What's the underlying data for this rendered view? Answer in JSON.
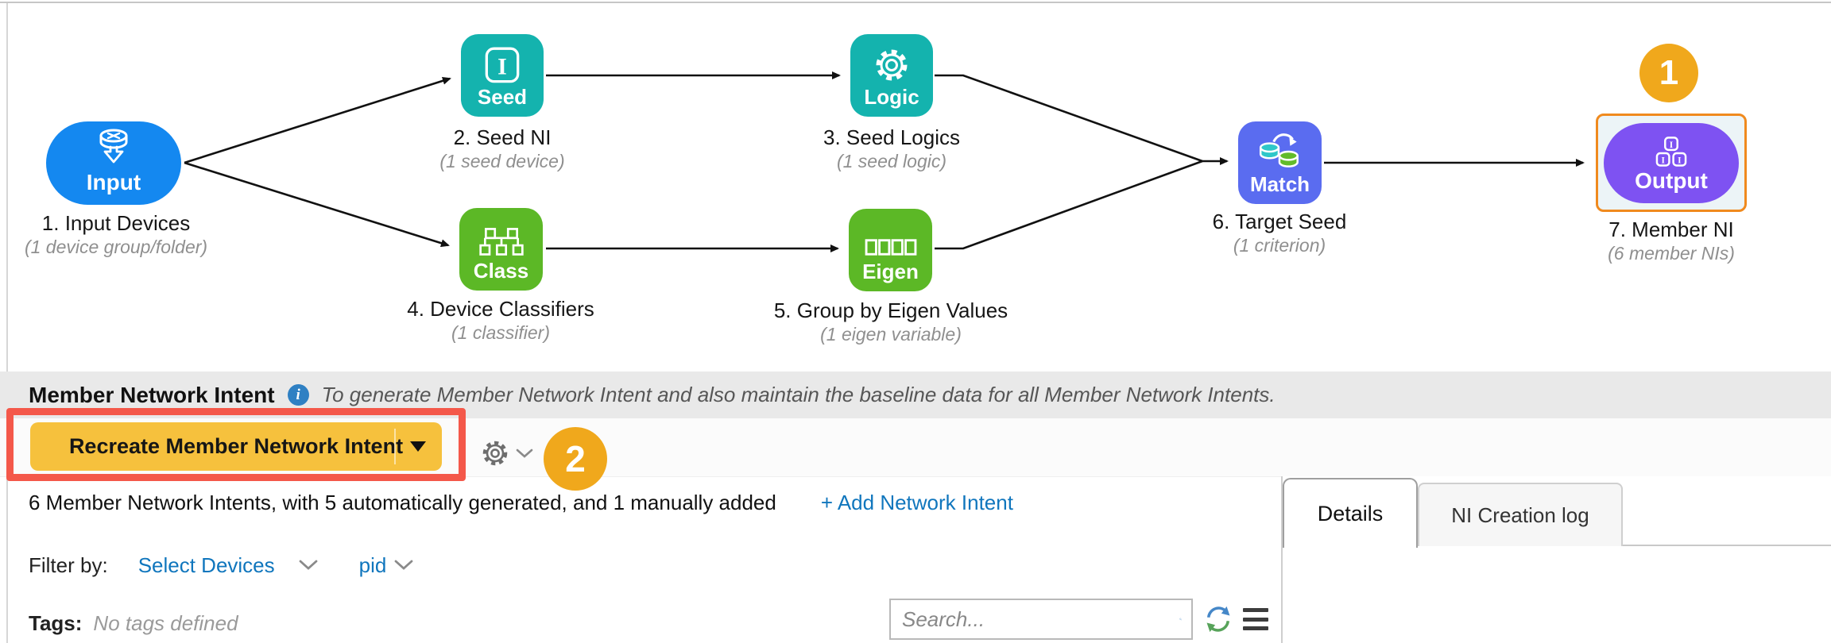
{
  "flowchart": {
    "annotation_badge_1": "1",
    "nodes": [
      {
        "label": "Input",
        "title": "1. Input Devices",
        "subtitle": "(1 device group/folder)"
      },
      {
        "label": "Seed",
        "title": "2. Seed NI",
        "subtitle": "(1 seed device)"
      },
      {
        "label": "Logic",
        "title": "3. Seed Logics",
        "subtitle": "(1 seed logic)"
      },
      {
        "label": "Class",
        "title": "4. Device Classifiers",
        "subtitle": "(1 classifier)"
      },
      {
        "label": "Eigen",
        "title": "5. Group by Eigen Values",
        "subtitle": "(1 eigen variable)"
      },
      {
        "label": "Match",
        "title": "6. Target Seed",
        "subtitle": "(1 criterion)"
      },
      {
        "label": "Output",
        "title": "7. Member NI",
        "subtitle": "(6 member NIs)"
      }
    ]
  },
  "section": {
    "title": "Member Network Intent",
    "description": "To generate Member Network Intent and also maintain the baseline data for all Member Network Intents.",
    "recreate_button_label": "Recreate Member Network Intent",
    "annotation_badge_2": "2",
    "summary_text": "6 Member Network Intents, with 5 automatically generated, and 1 manually added",
    "add_link_label": "+ Add Network Intent",
    "filter_label": "Filter by:",
    "filter_devices_label": "Select Devices",
    "filter_pid_label": "pid",
    "tags_label": "Tags:",
    "tags_value": "No tags defined",
    "search_placeholder": "Search..."
  },
  "panel": {
    "tabs": [
      {
        "label": "Details"
      },
      {
        "label": "NI Creation log"
      }
    ]
  },
  "colors": {
    "input_blue": "#1488f0",
    "teal": "#14b3ae",
    "green": "#5cb826",
    "match_indigo": "#5a6cf0",
    "output_purple": "#7e52f2",
    "annotation_orange": "#f0a81c",
    "button_amber": "#f6c13d",
    "annotation_red": "#f4584a",
    "link_blue": "#1076bd",
    "selected_border_orange": "#f08a1e",
    "header_strip_gray": "#e9e9e9"
  }
}
